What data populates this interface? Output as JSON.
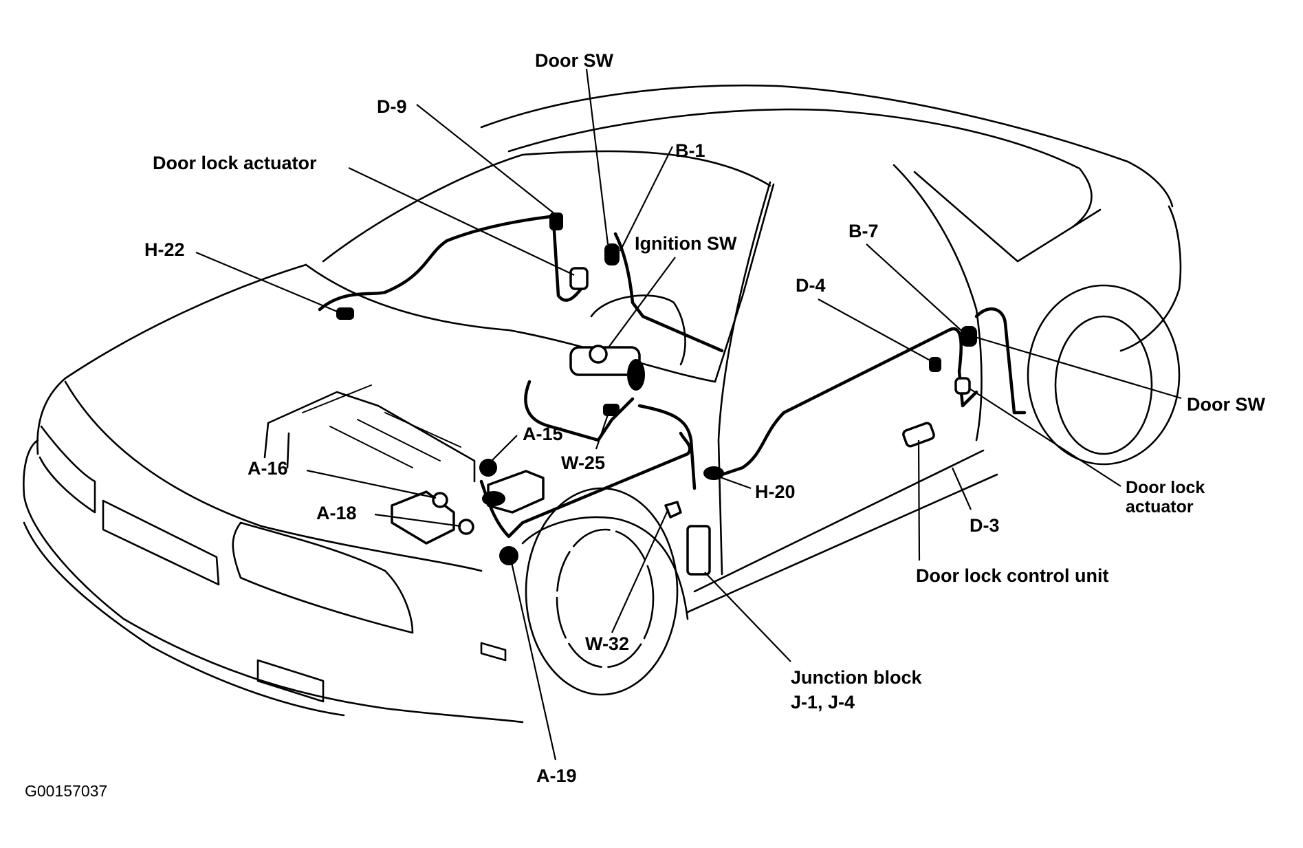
{
  "figure_id": "G00157037",
  "labels": {
    "door_sw_top": "Door SW",
    "d9": "D-9",
    "b1": "B-1",
    "door_lock_actuator_left": "Door lock actuator",
    "h22": "H-22",
    "ignition_sw": "Ignition SW",
    "b7": "B-7",
    "d4": "D-4",
    "door_sw_right": "Door SW",
    "a15": "A-15",
    "a16": "A-16",
    "a18": "A-18",
    "w25": "W-25",
    "h20": "H-20",
    "door_lock_actuator_right_line1": "Door lock",
    "door_lock_actuator_right_line2": "actuator",
    "d3": "D-3",
    "door_lock_control_unit": "Door lock control unit",
    "w32": "W-32",
    "junction_block_line1": "Junction block",
    "junction_block_line2": "J-1, J-4",
    "a19": "A-19"
  }
}
